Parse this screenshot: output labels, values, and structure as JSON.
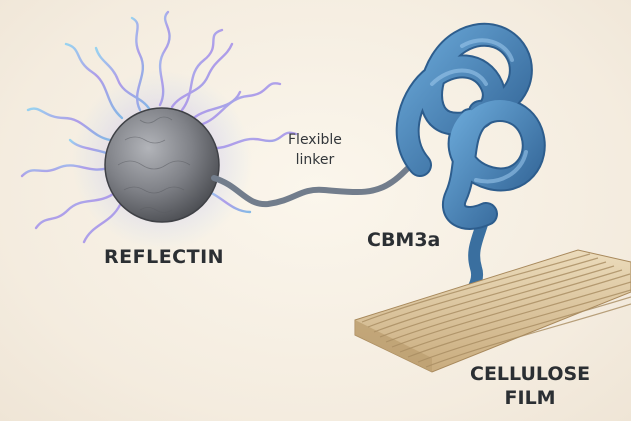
{
  "labels": {
    "reflectin": "REFLECTIN",
    "linker_line1": "Flexible",
    "linker_line2": "linker",
    "cbm": "CBM3a",
    "cellulose_line1": "CELLULOSE",
    "cellulose_line2": "FILM"
  },
  "colors": {
    "background": "#f6efe3",
    "reflectin_sphere": "#7f8187",
    "tentacles": "#7ab4e6",
    "linker": "#727d8c",
    "cbm_protein": "#3d7ab2",
    "cellulose": "#d9c4a0"
  }
}
